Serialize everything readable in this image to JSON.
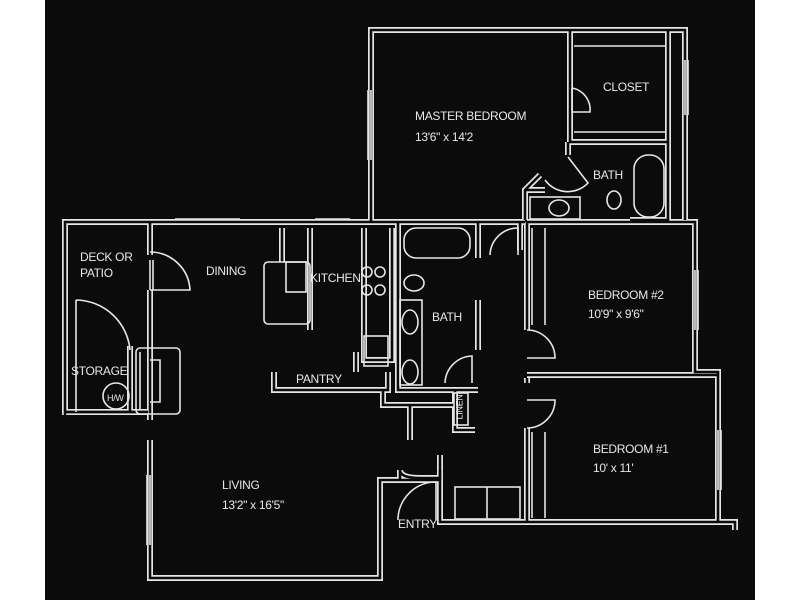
{
  "rooms": {
    "master_bedroom": {
      "name": "MASTER BEDROOM",
      "size": "13'6\" x 14'2"
    },
    "closet": {
      "name": "CLOSET"
    },
    "master_bath": {
      "name": "BATH"
    },
    "deck": {
      "name_line1": "DECK OR",
      "name_line2": "PATIO"
    },
    "dining": {
      "name": "DINING"
    },
    "kitchen": {
      "name": "KITCHEN"
    },
    "bath": {
      "name": "BATH"
    },
    "storage": {
      "name": "STORAGE"
    },
    "water_heater": {
      "name": "H/W"
    },
    "pantry": {
      "name": "PANTRY"
    },
    "linen": {
      "name": "LINEN"
    },
    "bedroom2": {
      "name": "BEDROOM #2",
      "size": "10'9\" x 9'6\""
    },
    "bedroom1": {
      "name": "BEDROOM #1",
      "size": "10' x 11'"
    },
    "living": {
      "name": "LIVING",
      "size": "13'2\" x 16'5\""
    },
    "entry": {
      "name": "ENTRY"
    }
  }
}
